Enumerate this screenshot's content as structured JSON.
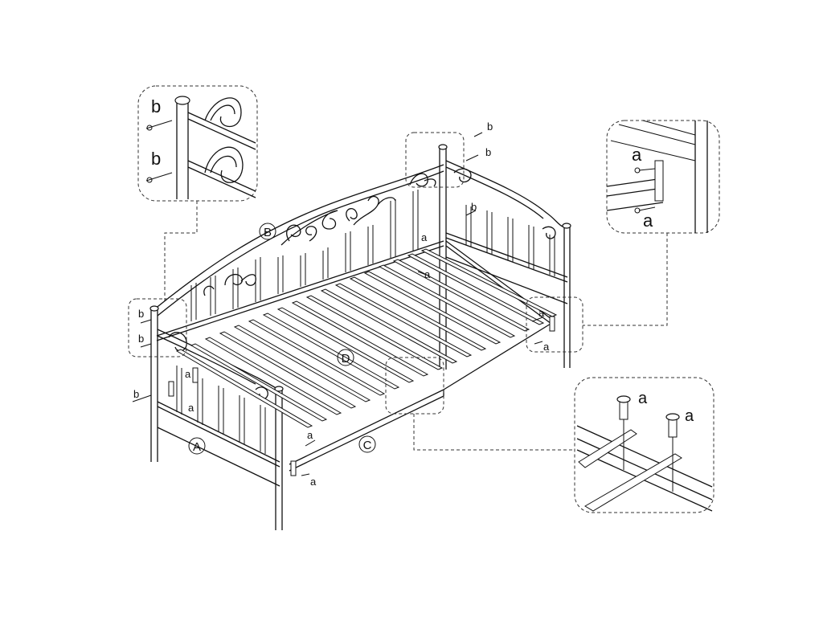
{
  "parts": {
    "A": "A",
    "B": "B",
    "C": "C",
    "D": "D"
  },
  "hardware": {
    "screw_a": "a",
    "screw_b": "b"
  },
  "colors": {
    "line": "#111111",
    "background": "#ffffff"
  }
}
